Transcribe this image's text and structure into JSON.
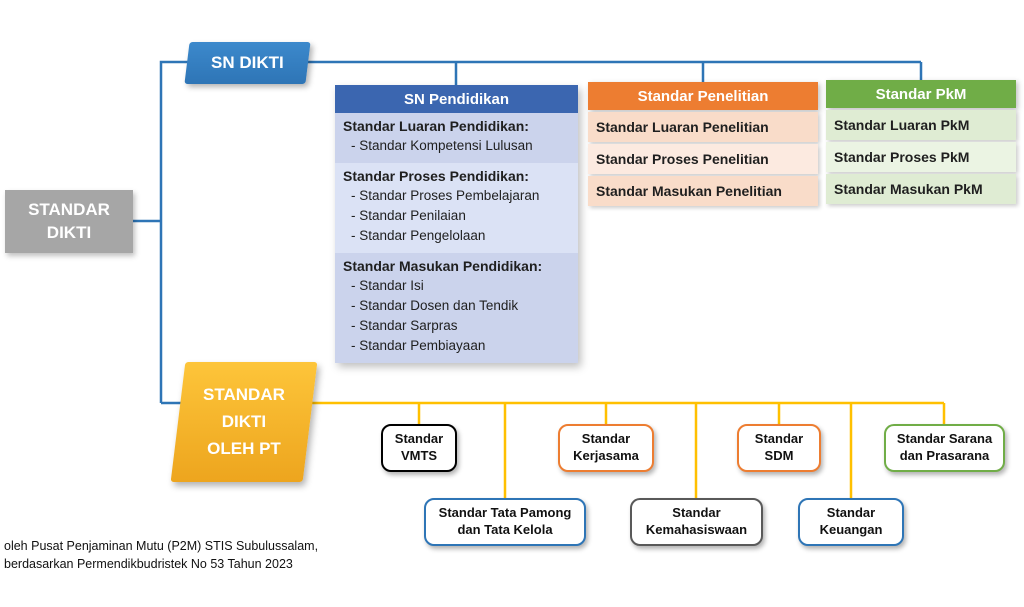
{
  "title": "Diagram Standar DIKTI",
  "colors": {
    "gray_node": "#a6a6a6",
    "blue_node": "#2e75b6",
    "blue_header": "#3b66b0",
    "blue_section_dark": "#cbd3ec",
    "blue_section_light": "#dbe2f5",
    "orange_header": "#ed7d31",
    "orange_row_dark": "#f9dcc9",
    "orange_row_light": "#fceae0",
    "green_header": "#70ad47",
    "green_row_dark": "#dfecd3",
    "green_row_light": "#ebf4e3",
    "gold_node": "#f2ae1c",
    "yellow_connector": "#ffc000",
    "blue_connector": "#2e75b6"
  },
  "nodes": {
    "standar_dikti": {
      "label": "STANDAR\nDIKTI"
    },
    "sn_dikti": {
      "label": "SN DIKTI"
    },
    "standar_dikti_oleh_pt": {
      "label": "STANDAR\nDIKTI\nOLEH PT"
    }
  },
  "panels": {
    "pendidikan": {
      "title": "SN Pendidikan",
      "sections": [
        {
          "heading": "Standar Luaran Pendidikan:",
          "items": [
            "Standar Kompetensi Lulusan"
          ]
        },
        {
          "heading": "Standar Proses Pendidikan:",
          "items": [
            "Standar Proses Pembelajaran",
            "Standar Penilaian",
            "Standar Pengelolaan"
          ]
        },
        {
          "heading": "Standar Masukan Pendidikan:",
          "items": [
            "Standar Isi",
            "Standar Dosen dan Tendik",
            "Standar Sarpras",
            "Standar Pembiayaan"
          ]
        }
      ]
    },
    "penelitian": {
      "title": "Standar Penelitian",
      "rows": [
        "Standar Luaran Penelitian",
        "Standar Proses Penelitian",
        "Standar Masukan Penelitian"
      ]
    },
    "pkm": {
      "title": "Standar PkM",
      "rows": [
        "Standar Luaran PkM",
        "Standar Proses PkM",
        "Standar Masukan PkM"
      ]
    }
  },
  "pt_standards": [
    {
      "label": "Standar VMTS",
      "border_color": "#000000"
    },
    {
      "label": "Standar Tata Pamong dan Tata Kelola",
      "border_color": "#2e75b6"
    },
    {
      "label": "Standar Kerjasama",
      "border_color": "#ed7d31"
    },
    {
      "label": "Standar Kemahasiswaan",
      "border_color": "#595959"
    },
    {
      "label": "Standar SDM",
      "border_color": "#ed7d31"
    },
    {
      "label": "Standar Keuangan",
      "border_color": "#2e75b6"
    },
    {
      "label": "Standar Sarana dan Prasarana",
      "border_color": "#70ad47"
    }
  ],
  "footer": {
    "line1": "oleh Pusat Penjaminan Mutu (P2M) STIS Subulussalam,",
    "line2": "berdasarkan Permendikbudristek No 53 Tahun 2023"
  }
}
